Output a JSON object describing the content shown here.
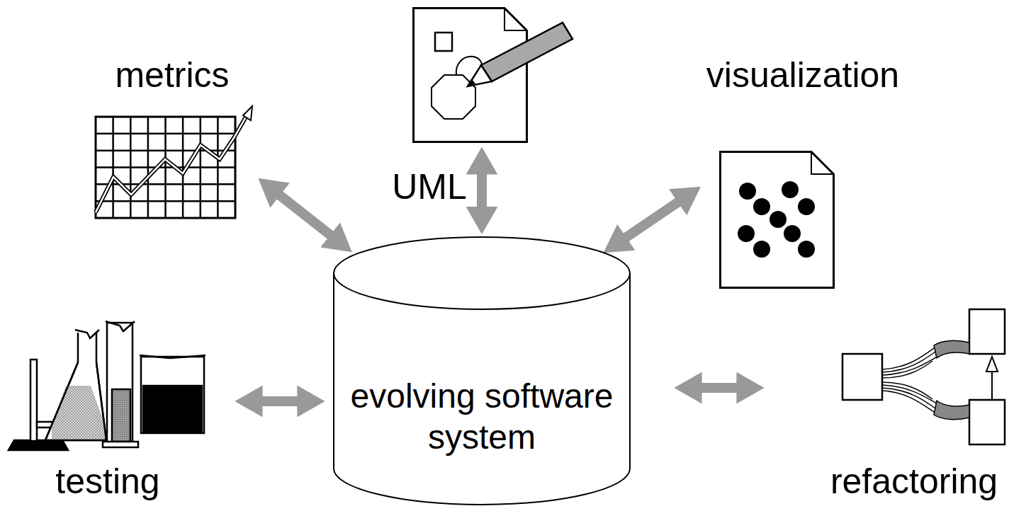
{
  "diagram": {
    "nodes": [
      {
        "text": [
          "metrics"
        ]
      },
      {
        "text": [
          "UML"
        ]
      },
      {
        "text": [
          "visualization"
        ]
      },
      {
        "text": [
          "evolving software system"
        ]
      },
      {
        "text": [
          "testing"
        ]
      },
      {
        "text": [
          "refactoring"
        ]
      }
    ],
    "edges": [
      {
        "from": 0,
        "to": 3,
        "arrow": "both"
      },
      {
        "from": 1,
        "to": 3,
        "arrow": "both"
      },
      {
        "from": 2,
        "to": 3,
        "arrow": "both"
      },
      {
        "from": 4,
        "to": 3,
        "arrow": "both"
      },
      {
        "from": 5,
        "to": 3,
        "arrow": "both"
      }
    ]
  }
}
